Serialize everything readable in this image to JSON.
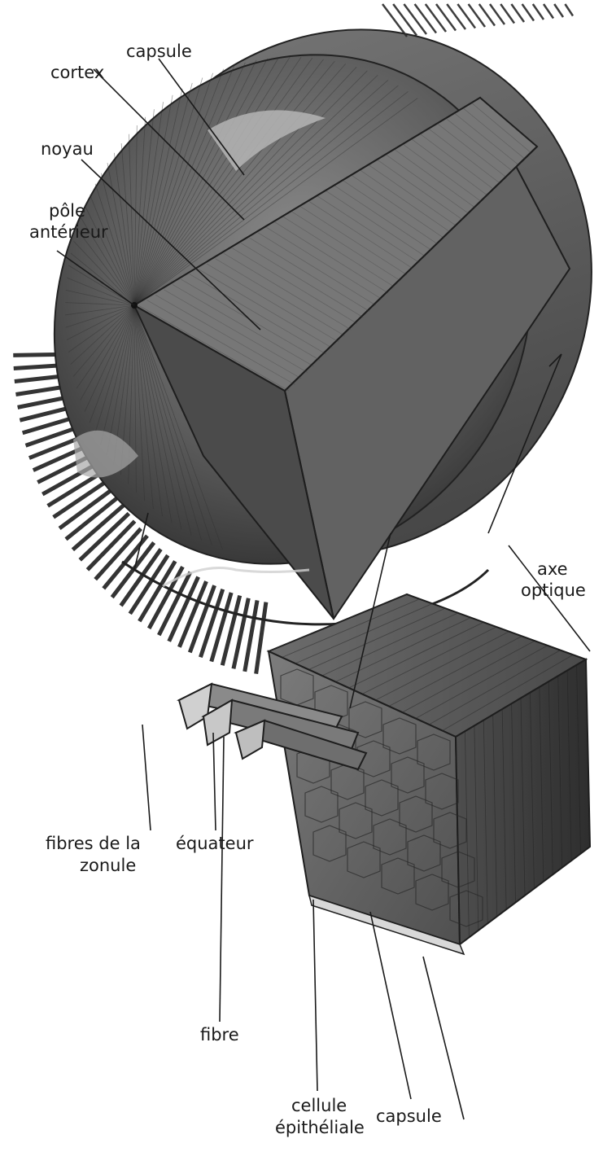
{
  "labels": {
    "cortex": "cortex",
    "capsule_top": "capsule",
    "noyau": "noyau",
    "pole_line1": "pôle",
    "pole_line2": "antérieur",
    "axe_line1": "axe",
    "axe_line2": "optique",
    "fibres_line1": "fibres de la",
    "fibres_line2": "zonule",
    "equateur": "équateur",
    "fibre": "fibre",
    "cellule_line1": "cellule",
    "cellule_line2": "épithéliale",
    "capsule_bottom": "capsule"
  },
  "colors": {
    "ink": "#1a1a1a",
    "lens_dark": "#3a3a3a",
    "lens_mid": "#6a6a6a",
    "lens_light": "#a5a5a5",
    "highlight": "#cfcfcf"
  }
}
